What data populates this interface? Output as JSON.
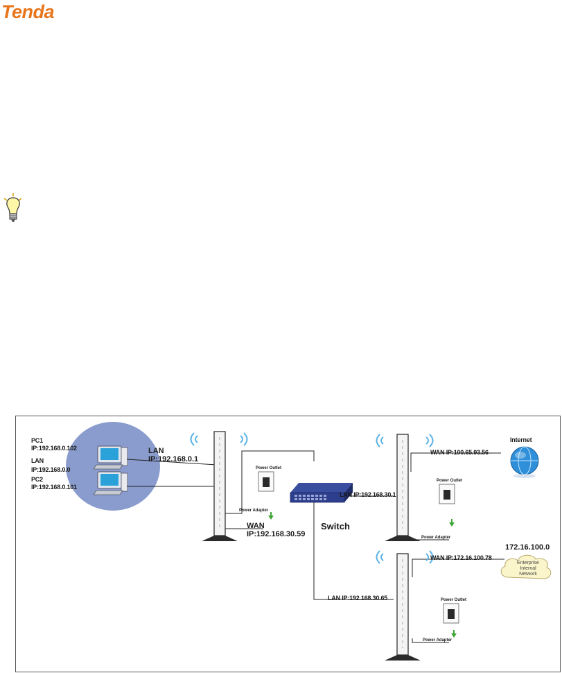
{
  "brand": {
    "logo_text": "Tenda",
    "color": "#e8751a"
  },
  "tip_icon": "lightbulb-icon",
  "diagram": {
    "pc_group": {
      "pc1_name": "PC1",
      "pc1_ip": "IP:192.168.0.102",
      "lan_label": "LAN",
      "lan_ip": "IP:192.168.0.0",
      "pc2_name": "PC2",
      "pc2_ip": "IP:192.168.0.101"
    },
    "router1": {
      "lan_label": "LAN",
      "lan_ip": "IP:192.168.0.1",
      "wan_label": "WAN",
      "wan_ip": "IP:192.168.30.59"
    },
    "switch_label": "Switch",
    "power_outlet": "Power Outlet",
    "power_adapter": "Power Adapter",
    "router2": {
      "lan_ip": "LAN IP:192.168.30.1",
      "wan_ip": "WAN IP:100.65.93.56"
    },
    "router3": {
      "lan_ip": "LAN IP:192.168.30.65",
      "wan_ip": "WAN IP:172.16.100.78"
    },
    "internet_label": "Internet",
    "enterprise": {
      "subnet": "172.16.100.0",
      "line1": "Enterprise",
      "line2": "Internal",
      "line3": "Network"
    },
    "colors": {
      "pc_bubble": "#8a9cce",
      "switch": "#2d3e8c",
      "globe": "#2f8fd8",
      "wifi": "#5bb3e6",
      "arrow": "#3fa535"
    }
  }
}
